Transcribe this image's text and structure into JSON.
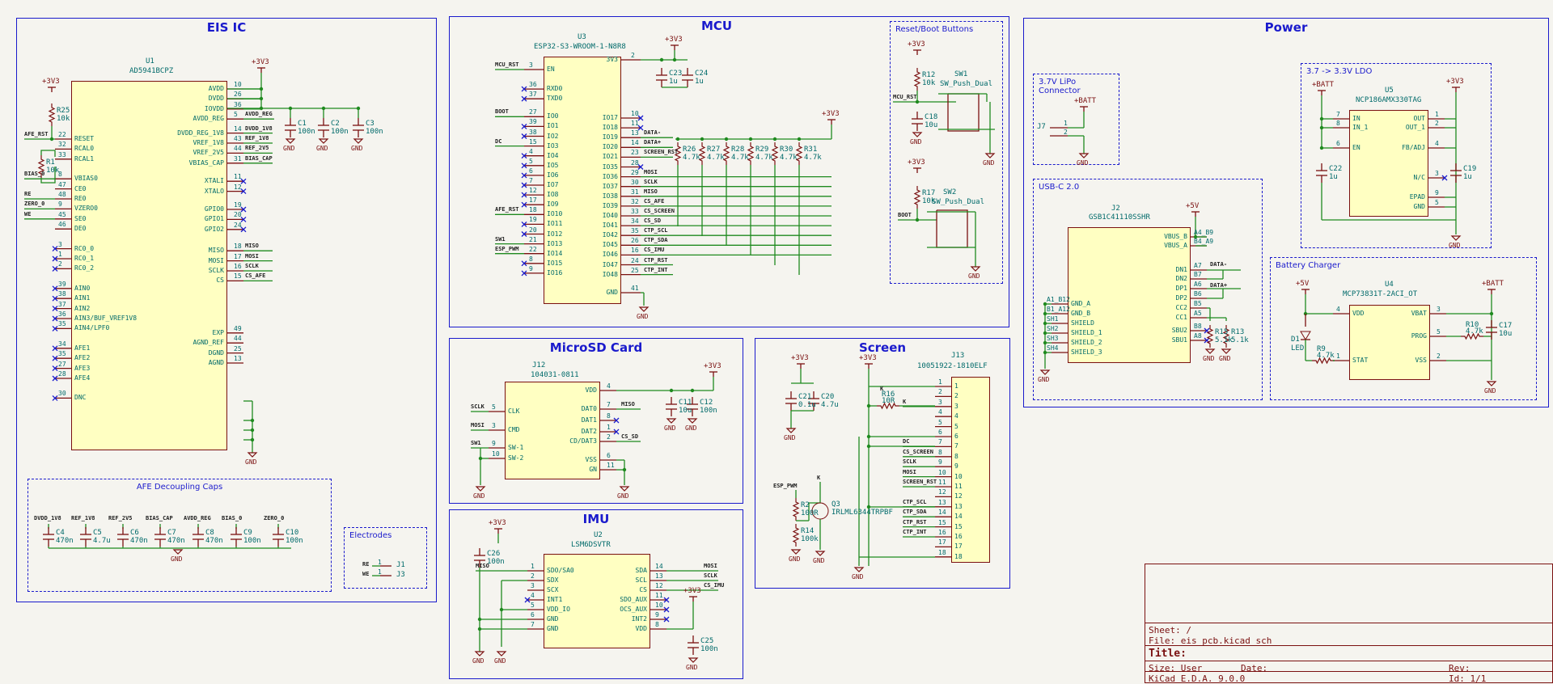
{
  "regions": {
    "eis": "EIS IC",
    "mcu": "MCU",
    "power": "Power",
    "microsd": "MicroSD Card",
    "screen": "Screen",
    "imu": "IMU",
    "afe_caps": "AFE Decoupling Caps",
    "electrodes": "Electrodes",
    "reset_boot": "Reset/Boot Buttons",
    "lipo": "3.7V LiPo Connector",
    "usbc": "USB-C 2.0",
    "ldo": "3.7 -> 3.3V LDO",
    "charger": "Battery Charger"
  },
  "u1": {
    "ref": "U1",
    "value": "AD5941BCPZ",
    "left_pins": [
      {
        "num": "22",
        "name": "RESET",
        "net": "AFE_RST"
      },
      {
        "num": "32",
        "name": "RCAL0",
        "net": ""
      },
      {
        "num": "33",
        "name": "RCAL1",
        "net": ""
      },
      {
        "num": "8",
        "name": "VBIAS0",
        "net": "BIAS_0"
      },
      {
        "num": "47",
        "name": "CE0",
        "net": ""
      },
      {
        "num": "48",
        "name": "RE0",
        "net": "RE"
      },
      {
        "num": "9",
        "name": "VZERO0",
        "net": "ZERO_0"
      },
      {
        "num": "45",
        "name": "SE0",
        "net": "WE"
      },
      {
        "num": "46",
        "name": "DE0",
        "net": ""
      },
      {
        "num": "3",
        "name": "RC0_0",
        "net": ""
      },
      {
        "num": "1",
        "name": "RC0_1",
        "net": ""
      },
      {
        "num": "2",
        "name": "RC0_2",
        "net": ""
      },
      {
        "num": "39",
        "name": "AIN0",
        "net": ""
      },
      {
        "num": "38",
        "name": "AIN1",
        "net": ""
      },
      {
        "num": "37",
        "name": "AIN2",
        "net": ""
      },
      {
        "num": "36",
        "name": "AIN3/BUF_VREF1V8",
        "net": ""
      },
      {
        "num": "35",
        "name": "AIN4/LPF0",
        "net": ""
      },
      {
        "num": "34",
        "name": "AFE1",
        "net": ""
      },
      {
        "num": "35",
        "name": "AFE2",
        "net": ""
      },
      {
        "num": "27",
        "name": "AFE3",
        "net": ""
      },
      {
        "num": "28",
        "name": "AFE4",
        "net": ""
      },
      {
        "num": "30",
        "name": "DNC",
        "net": ""
      }
    ],
    "right_pins": [
      {
        "num": "10",
        "name": "AVDD",
        "net": ""
      },
      {
        "num": "26",
        "name": "DVDD",
        "net": ""
      },
      {
        "num": "36",
        "name": "IOVDD",
        "net": ""
      },
      {
        "num": "5",
        "name": "AVDD_REG",
        "net": "AVDD_REG"
      },
      {
        "num": "14",
        "name": "DVDD_REG_1V8",
        "net": "DVDD_1V8"
      },
      {
        "num": "43",
        "name": "VREF_1V8",
        "net": "REF_1V8"
      },
      {
        "num": "44",
        "name": "VREF_2V5",
        "net": "REF_2V5"
      },
      {
        "num": "31",
        "name": "VBIAS_CAP",
        "net": "BIAS_CAP"
      },
      {
        "num": "11",
        "name": "XTALI",
        "net": ""
      },
      {
        "num": "12",
        "name": "XTALO",
        "net": ""
      },
      {
        "num": "19",
        "name": "GPIO0",
        "net": ""
      },
      {
        "num": "20",
        "name": "GPIO1",
        "net": ""
      },
      {
        "num": "24",
        "name": "GPIO2",
        "net": ""
      },
      {
        "num": "18",
        "name": "MISO",
        "net": "MISO"
      },
      {
        "num": "17",
        "name": "MOSI",
        "net": "MOSI"
      },
      {
        "num": "16",
        "name": "SCLK",
        "net": "SCLK"
      },
      {
        "num": "15",
        "name": "CS",
        "net": "CS_AFE"
      },
      {
        "num": "49",
        "name": "EXP",
        "net": ""
      },
      {
        "num": "44",
        "name": "AGND_REF",
        "net": ""
      },
      {
        "num": "25",
        "name": "DGND",
        "net": ""
      },
      {
        "num": "13",
        "name": "AGND",
        "net": ""
      }
    ]
  },
  "eis_parts": {
    "r25": "R25",
    "r25v": "10k",
    "r1": "R1",
    "r1v": "10k",
    "c1": "C1",
    "c1v": "100n",
    "c2": "C2",
    "c2v": "100n",
    "c3": "C3",
    "c3v": "100n"
  },
  "afe_caps": [
    {
      "net": "DVDD_1V8",
      "ref": "C4",
      "val": "470n"
    },
    {
      "net": "REF_1V8",
      "ref": "C5",
      "val": "4.7u"
    },
    {
      "net": "REF_2V5",
      "ref": "C6",
      "val": "470n"
    },
    {
      "net": "BIAS_CAP",
      "ref": "C7",
      "val": "470n"
    },
    {
      "net": "AVDD_REG",
      "ref": "C8",
      "val": "470n"
    },
    {
      "net": "BIAS_0",
      "ref": "C9",
      "val": "100n"
    },
    {
      "net": "ZERO_0",
      "ref": "C10",
      "val": "100n"
    }
  ],
  "electrodes": [
    {
      "net": "RE",
      "num": "1",
      "ref": "J1"
    },
    {
      "net": "WE",
      "num": "1",
      "ref": "J3"
    }
  ],
  "u3": {
    "ref": "U3",
    "value": "ESP32-S3-WROOM-1-N8R8",
    "left_pins": [
      {
        "num": "3",
        "name": "EN",
        "net": "MCU_RST"
      },
      {
        "num": "36",
        "name": "RXD0",
        "net": ""
      },
      {
        "num": "37",
        "name": "TXD0",
        "net": ""
      },
      {
        "num": "27",
        "name": "IO0",
        "net": "BOOT"
      },
      {
        "num": "39",
        "name": "IO1",
        "net": ""
      },
      {
        "num": "38",
        "name": "IO2",
        "net": ""
      },
      {
        "num": "15",
        "name": "IO3",
        "net": "DC"
      },
      {
        "num": "4",
        "name": "IO4",
        "net": ""
      },
      {
        "num": "5",
        "name": "IO5",
        "net": ""
      },
      {
        "num": "6",
        "name": "IO6",
        "net": ""
      },
      {
        "num": "7",
        "name": "IO7",
        "net": ""
      },
      {
        "num": "12",
        "name": "IO8",
        "net": ""
      },
      {
        "num": "17",
        "name": "IO9",
        "net": ""
      },
      {
        "num": "18",
        "name": "IO10",
        "net": "AFE_RST"
      },
      {
        "num": "19",
        "name": "IO11",
        "net": ""
      },
      {
        "num": "20",
        "name": "IO12",
        "net": ""
      },
      {
        "num": "21",
        "name": "IO13",
        "net": "SW1"
      },
      {
        "num": "22",
        "name": "IO14",
        "net": "ESP_PWM"
      },
      {
        "num": "8",
        "name": "IO15",
        "net": ""
      },
      {
        "num": "9",
        "name": "IO16",
        "net": ""
      }
    ],
    "right_pins": [
      {
        "num": "2",
        "name": "3V3",
        "net": ""
      },
      {
        "num": "10",
        "name": "IO17",
        "net": ""
      },
      {
        "num": "11",
        "name": "IO18",
        "net": ""
      },
      {
        "num": "13",
        "name": "IO19",
        "net": "DATA-"
      },
      {
        "num": "14",
        "name": "IO20",
        "net": "DATA+"
      },
      {
        "num": "23",
        "name": "IO21",
        "net": "SCREEN_RST"
      },
      {
        "num": "28",
        "name": "IO35",
        "net": ""
      },
      {
        "num": "29",
        "name": "IO36",
        "net": "MOSI"
      },
      {
        "num": "30",
        "name": "IO37",
        "net": "SCLK"
      },
      {
        "num": "31",
        "name": "IO38",
        "net": "MISO"
      },
      {
        "num": "32",
        "name": "IO39",
        "net": "CS_AFE"
      },
      {
        "num": "33",
        "name": "IO40",
        "net": "CS_SCREEN"
      },
      {
        "num": "34",
        "name": "IO41",
        "net": "CS_SD"
      },
      {
        "num": "35",
        "name": "IO42",
        "net": "CTP_SCL"
      },
      {
        "num": "26",
        "name": "IO45",
        "net": "CTP_SDA"
      },
      {
        "num": "16",
        "name": "IO46",
        "net": "CS_IMU"
      },
      {
        "num": "24",
        "name": "IO47",
        "net": "CTP_RST"
      },
      {
        "num": "25",
        "name": "IO48",
        "net": "CTP_INT"
      },
      {
        "num": "41",
        "name": "GND",
        "net": ""
      }
    ]
  },
  "mcu_parts": {
    "c23": "C23",
    "c23v": "1u",
    "c24": "C24",
    "c24v": "1u",
    "pullups": [
      {
        "ref": "R26",
        "val": "4.7k"
      },
      {
        "ref": "R27",
        "val": "4.7k"
      },
      {
        "ref": "R28",
        "val": "4.7k"
      },
      {
        "ref": "R29",
        "val": "4.7k"
      },
      {
        "ref": "R30",
        "val": "4.7k"
      },
      {
        "ref": "R31",
        "val": "4.7k"
      }
    ]
  },
  "reset": {
    "r12": "R12",
    "r12v": "10k",
    "c18": "C18",
    "c18v": "10u",
    "sw1": "SW1",
    "sw1v": "SW_Push_Dual",
    "net1": "MCU_RST",
    "r17": "R17",
    "r17v": "10k",
    "sw2": "SW2",
    "sw2v": "SW_Push_Dual",
    "net2": "BOOT"
  },
  "power": {
    "v3v3": "+3V3",
    "gnd": "GND",
    "batt": "+BATT",
    "v5": "+5V",
    "j7": "J7",
    "j7p1": "1",
    "j7p2": "2",
    "u5": {
      "ref": "U5",
      "value": "NCP186AMX330TAG",
      "left": [
        {
          "num": "7",
          "name": "IN"
        },
        {
          "num": "8",
          "name": "IN_1"
        },
        {
          "num": "6",
          "name": "EN"
        }
      ],
      "right": [
        {
          "num": "1",
          "name": "OUT"
        },
        {
          "num": "2",
          "name": "OUT_1"
        },
        {
          "num": "4",
          "name": "FB/ADJ"
        },
        {
          "num": "3",
          "name": "N/C"
        },
        {
          "num": "9",
          "name": "EPAD"
        },
        {
          "num": "5",
          "name": "GND"
        }
      ]
    },
    "c22": "C22",
    "c22v": "1u",
    "c19": "C19",
    "c19v": "1u",
    "j2": {
      "ref": "J2",
      "value": "GSB1C41110SSHR",
      "left": [
        "A1_B12",
        "B1_A12",
        "SH1",
        "SH2",
        "SH3",
        "SH4"
      ],
      "leftnames": [
        "GND_A",
        "GND_B",
        "SHIELD",
        "SHIELD_1",
        "SHIELD_2",
        "SHIELD_3"
      ],
      "right": [
        {
          "num": "A4_B9",
          "name": "VBUS_B"
        },
        {
          "num": "B4_A9",
          "name": "VBUS_A"
        },
        {
          "num": "A7",
          "name": "DN1"
        },
        {
          "num": "B7",
          "name": "DN2"
        },
        {
          "num": "A6",
          "name": "DP1"
        },
        {
          "num": "B6",
          "name": "DP2"
        },
        {
          "num": "B5",
          "name": "CC2"
        },
        {
          "num": "A5",
          "name": "CC1"
        },
        {
          "num": "B8",
          "name": "SBU2"
        },
        {
          "num": "A8",
          "name": "SBU1"
        }
      ]
    },
    "r15": "R15",
    "r15v": "5.1k",
    "r13": "R13",
    "r13v": "5.1k",
    "u4": {
      "ref": "U4",
      "value": "MCP73831T-2ACI_OT",
      "pins": [
        {
          "num": "4",
          "name": "VDD"
        },
        {
          "num": "3",
          "name": "VBAT"
        },
        {
          "num": "5",
          "name": "PROG"
        },
        {
          "num": "1",
          "name": "STAT"
        },
        {
          "num": "2",
          "name": "VSS"
        }
      ]
    },
    "d1": "D1",
    "d1v": "LED",
    "r9": "R9",
    "r9v": "4.7k",
    "r10": "R10",
    "r10v": "4.7k",
    "c17": "C17",
    "c17v": "10u",
    "dplus": "DATA+",
    "dminus": "DATA-"
  },
  "j12": {
    "ref": "J12",
    "value": "104031-0811",
    "left": [
      {
        "num": "5",
        "name": "CLK",
        "net": "SCLK"
      },
      {
        "num": "3",
        "name": "CMD",
        "net": "MOSI"
      },
      {
        "num": "9",
        "name": "SW-1",
        "net": "SW1"
      },
      {
        "num": "10",
        "name": "SW-2",
        "net": ""
      }
    ],
    "right": [
      {
        "num": "4",
        "name": "VDD"
      },
      {
        "num": "7",
        "name": "DAT0",
        "net": "MISO"
      },
      {
        "num": "8",
        "name": "DAT1"
      },
      {
        "num": "1",
        "name": "DAT2"
      },
      {
        "num": "2",
        "name": "CD/DAT3",
        "net": "CS_SD"
      },
      {
        "num": "6",
        "name": "VSS"
      },
      {
        "num": "11",
        "name": "GN"
      }
    ],
    "c11": "C11",
    "c11v": "10u",
    "c12": "C12",
    "c12v": "100n"
  },
  "u2": {
    "ref": "U2",
    "value": "LSM6DSVTR",
    "left": [
      {
        "num": "1",
        "name": "SDO/SA0",
        "net": "MISO"
      },
      {
        "num": "2",
        "name": "SDX"
      },
      {
        "num": "3",
        "name": "SCX"
      },
      {
        "num": "4",
        "name": "INT1"
      },
      {
        "num": "5",
        "name": "VDD_IO"
      },
      {
        "num": "6",
        "name": "GND"
      },
      {
        "num": "7",
        "name": "GND"
      }
    ],
    "right": [
      {
        "num": "14",
        "name": "SDA",
        "net": "MOSI"
      },
      {
        "num": "13",
        "name": "SCL",
        "net": "SCLK"
      },
      {
        "num": "12",
        "name": "CS",
        "net": "CS_IMU"
      },
      {
        "num": "11",
        "name": "SDO_AUX"
      },
      {
        "num": "10",
        "name": "OCS_AUX"
      },
      {
        "num": "9",
        "name": "INT2"
      },
      {
        "num": "8",
        "name": "VDD"
      }
    ],
    "c26": "C26",
    "c26v": "100n",
    "c25": "C25",
    "c25v": "100n"
  },
  "screen": {
    "c21": "C21",
    "c21v": "0.1u",
    "c20": "C20",
    "c20v": "4.7u",
    "r16": "R16",
    "r16v": "10R",
    "r2": "R2",
    "r2v": "100R",
    "r14": "R14",
    "r14v": "100k",
    "q3": "Q3",
    "q3v": "IRLML6344TRPBF",
    "k": "K",
    "esp": "ESP_PWM",
    "j13": {
      "ref": "J13",
      "value": "10051922-1810ELF",
      "pins": [
        "1",
        "2",
        "3",
        "4",
        "5",
        "6",
        "7",
        "8",
        "9",
        "10",
        "11",
        "12",
        "13",
        "14",
        "15",
        "16",
        "17",
        "18"
      ],
      "nets": [
        "",
        "",
        "K",
        "",
        "",
        "",
        "DC",
        "CS_SCREEN",
        "SCLK",
        "MOSI",
        "SCREEN_RST",
        "",
        "CTP_SCL",
        "CTP_SDA",
        "CTP_RST",
        "CTP_INT",
        "",
        ""
      ]
    }
  },
  "titleblock": {
    "sheet": "Sheet: /",
    "file": "File: eis_pcb.kicad_sch",
    "title": "Title:",
    "size": "Size: User",
    "date": "Date:",
    "rev": "Rev:",
    "tool": "KiCad E.D.A. 9.0.0",
    "id": "Id: 1/1"
  }
}
